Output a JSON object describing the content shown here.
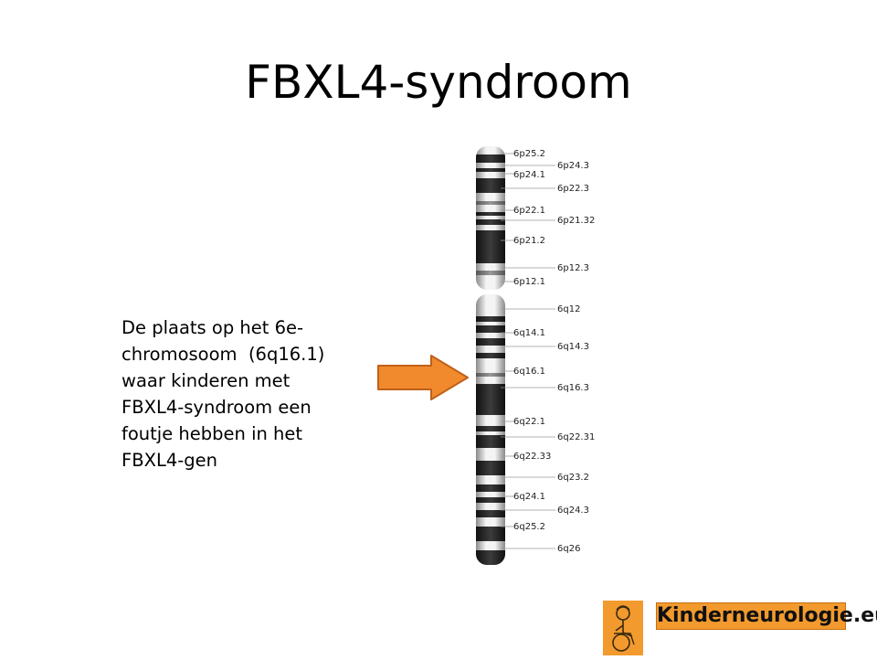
{
  "slide": {
    "title": "FBXL4-syndroom",
    "caption_lines": [
      "De plaats op het 6e-",
      "chromosoom  (6q16.1)",
      "waar kinderen met",
      "FBXL4-syndroom een",
      "foutje hebben in het",
      "FBXL4-gen"
    ]
  },
  "ideogram": {
    "p_labels_left": [
      "6p25.2",
      "6p24.1",
      "6p22.1",
      "6p21.2",
      "6p12.1"
    ],
    "p_labels_right": [
      "6p24.3",
      "6p22.3",
      "6p21.32",
      "6p12.3"
    ],
    "q_labels_left": [
      "6q14.1",
      "6q16.1",
      "6q22.1",
      "6q22.33",
      "6q24.1",
      "6q25.2"
    ],
    "q_labels_right": [
      "6q12",
      "6q14.3",
      "6q16.3",
      "6q22.31",
      "6q23.2",
      "6q24.3",
      "6q26"
    ],
    "arrow_color": "#f08a2c"
  },
  "logo": {
    "text": "Kinderneurologie.eu",
    "color": "#f29a2e"
  }
}
